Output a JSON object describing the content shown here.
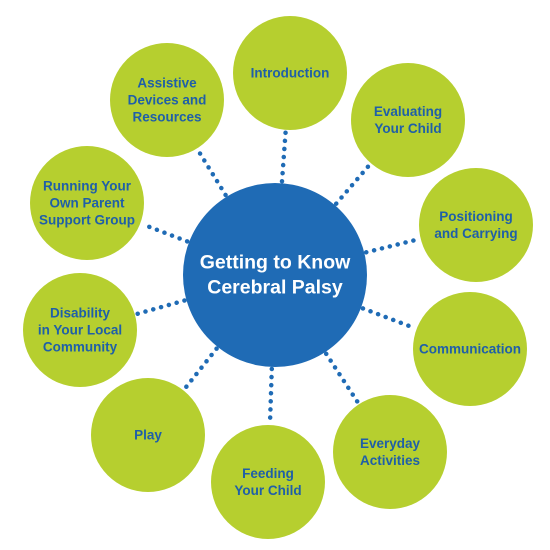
{
  "diagram": {
    "center": {
      "lines": [
        "Getting to Know",
        "Cerebral Palsy"
      ],
      "color": "#1f6bb5",
      "text_color": "#ffffff"
    },
    "node_color": "#b6cf2f",
    "node_text_color": "#1f5fa8",
    "connector_color": "#1f6bb5",
    "nodes": [
      {
        "lines": [
          "Introduction"
        ]
      },
      {
        "lines": [
          "Evaluating",
          "Your Child"
        ]
      },
      {
        "lines": [
          "Positioning",
          "and Carrying"
        ]
      },
      {
        "lines": [
          "Communication"
        ]
      },
      {
        "lines": [
          "Everyday",
          "Activities"
        ]
      },
      {
        "lines": [
          "Feeding",
          "Your Child"
        ]
      },
      {
        "lines": [
          "Play"
        ]
      },
      {
        "lines": [
          "Disability",
          "in Your Local",
          "Community"
        ]
      },
      {
        "lines": [
          "Running Your",
          "Own Parent",
          "Support Group"
        ]
      },
      {
        "lines": [
          "Assistive",
          "Devices and",
          "Resources"
        ]
      }
    ]
  }
}
